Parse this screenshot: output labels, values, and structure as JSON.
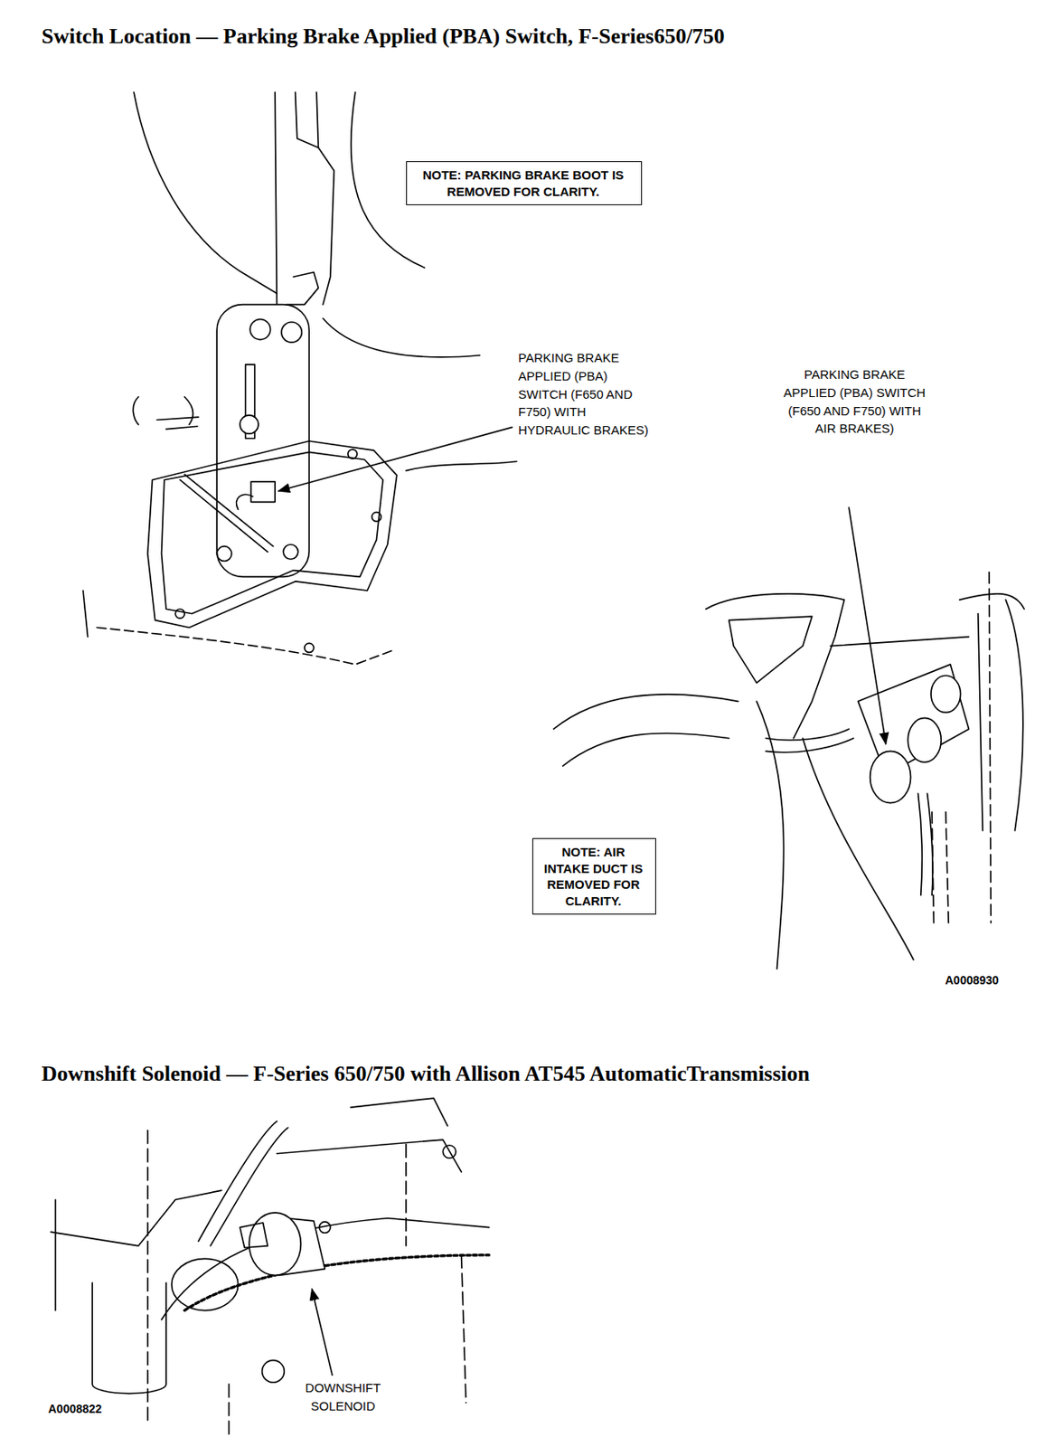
{
  "diagram": {
    "title": "Switch Location — Parking Brake Applied (PBA) Switch, F-Series650/750",
    "nodes": [
      {
        "text": [
          "NOTE: PARKING BRAKE BOOT IS REMOVED FOR CLARITY."
        ]
      },
      {
        "text": [
          "NOTE: AIR INTAKE DUCT IS REMOVED FOR CLARITY."
        ]
      }
    ],
    "labels": [
      "Downshift Solenoid — F-Series 650/750 with Allison AT545 AutomaticTransmission",
      "PARKING BRAKE APPLIED (PBA) SWITCH (F650 AND F750) WITH HYDRAULIC BRAKES)",
      "PARKING BRAKE APPLIED (PBA) SWITCH (F650 AND F750) WITH AIR BRAKES)",
      "A0008930",
      "DOWNSHIFT SOLENOID",
      "A0008822"
    ]
  }
}
